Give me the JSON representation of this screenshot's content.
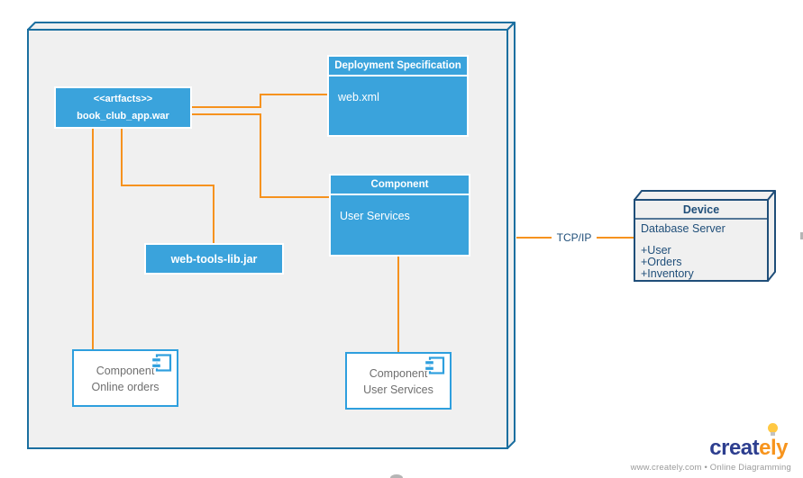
{
  "node": {
    "artifact": {
      "stereotype": "<<artfacts>>",
      "name": "book_club_app.war"
    },
    "deployment_spec": {
      "title": "Deployment Specification",
      "item": "web.xml"
    },
    "component": {
      "title": "Component",
      "item": "User Services"
    },
    "library": {
      "name": "web-tools-lib.jar"
    },
    "online_orders": {
      "line1": "Component",
      "line2": "Online orders"
    },
    "user_services": {
      "line1": "Component",
      "line2": "User Services"
    }
  },
  "device": {
    "title": "Device",
    "server": "Database Server",
    "attributes": [
      "+User",
      "+Orders",
      "+Inventory"
    ]
  },
  "connection": {
    "label": "TCP/IP"
  },
  "branding": {
    "logo_primary": "creat",
    "logo_secondary": "ely",
    "tagline": "www.creately.com • Online Diagramming"
  },
  "colors": {
    "shape_blue": "#3AA3DC",
    "node_border": "#1B6FA0",
    "node_fill": "#F0F0F0",
    "device_navy": "#1F4E79",
    "connector_orange": "#F6921E",
    "component_box_border": "#2E9FDE",
    "logo_navy": "#2D3E8F",
    "logo_orange": "#F7941D"
  }
}
